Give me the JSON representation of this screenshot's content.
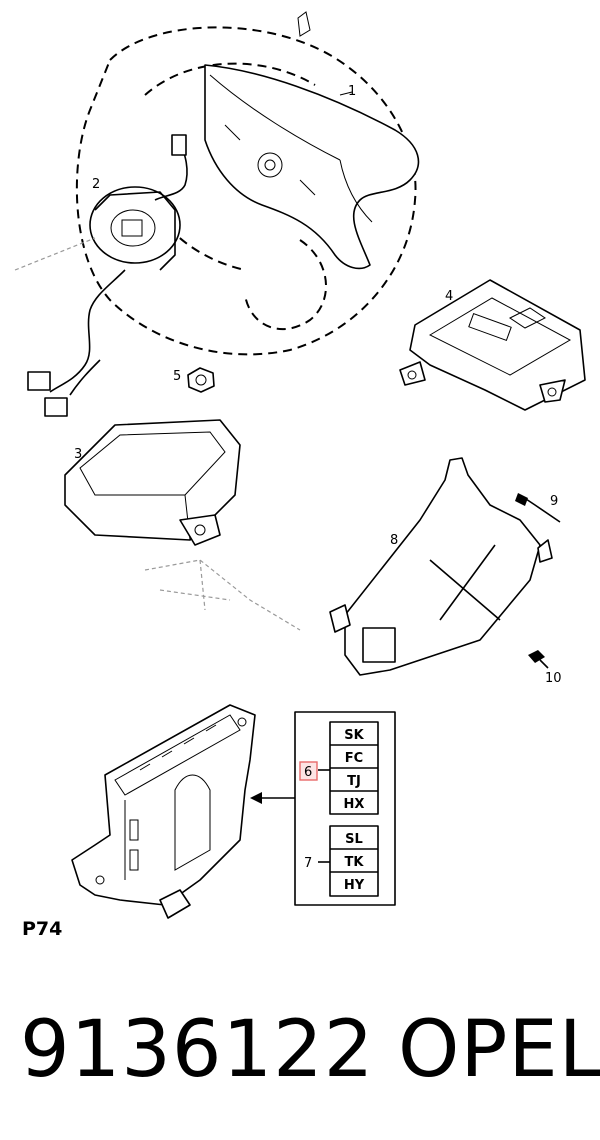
{
  "callouts": [
    "1",
    "2",
    "3",
    "4",
    "5",
    "6",
    "7",
    "8",
    "9",
    "10"
  ],
  "variant_table": {
    "group_6": [
      "SK",
      "FC",
      "TJ",
      "HX"
    ],
    "group_7": [
      "SL",
      "TK",
      "HY"
    ],
    "highlight_color": "#e86a6a"
  },
  "page_code": "P74",
  "footer": {
    "part_number": "9136122",
    "brand": "OPEL"
  }
}
